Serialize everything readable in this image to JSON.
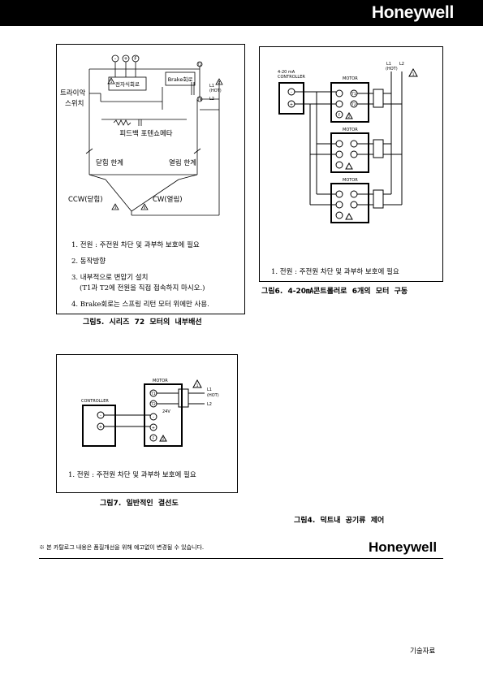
{
  "header": {
    "brand": "Honeywell"
  },
  "fig5": {
    "labels": {
      "triac_switch_line1": "트라이악",
      "triac_switch_line2": "스위치",
      "contactor": "전자식회로",
      "brake": "Brake회로",
      "feedback_pot": "피드백 포텐쇼메타",
      "close_limit": "닫힘 한계",
      "open_limit": "열림 한계",
      "ccw": "CCW(닫힘)",
      "cw": "CW(열림)",
      "term_minus": "-",
      "term_plus": "+",
      "term_f": "F",
      "term_t2": "T2",
      "term_t1": "T1",
      "l1": "L1",
      "hot": "(HOT)",
      "l2": "L2",
      "warn_1": "1",
      "warn_2": "2",
      "warn_3": "3",
      "warn_4": "4"
    },
    "notes": [
      "1. 전원 : 주전원 차단 및 과부하 보호에 필요",
      "2. 동작방향",
      "3. 내부적으로 변압기 설치",
      "(T1과 T2에 전원을 직접 접속하지 마시오.)",
      "4. Brake회로는 스프링 리턴 모터 위에만 사용."
    ],
    "caption": "그림5.  시리즈  72  모터의  내부배선"
  },
  "fig6": {
    "controller_label_line1": "4-20 mA",
    "controller_label_line2": "CONTROLLER",
    "motor_label": "MOTOR",
    "t1": "T1",
    "t2": "T2",
    "f": "F",
    "minus": "-",
    "plus": "+",
    "l1": "L1",
    "hot": "(HOT)",
    "l2": "L2",
    "warn_1": "1",
    "warn_2": "2",
    "note": "1. 전원 : 주전원 차단 및 과부하 보호에 필요",
    "caption": "그림6.  4-20㎃콘트롤러로  6개의  모터  구동"
  },
  "fig7": {
    "motor_label": "MOTOR",
    "controller_label": "CONTROLLER",
    "t1": "T1",
    "t2": "T2",
    "minus": "-",
    "plus": "+",
    "f": "F",
    "v24": "24V",
    "l1": "L1",
    "hot": "(HOT)",
    "l2": "L2",
    "warn_1": "1",
    "warn_2": "2",
    "note": "1. 전원 : 주전원 차단 및 과부하 보호에 필요",
    "caption": "그림7.  일반적인  결선도"
  },
  "fig4_caption": "그림4.  덕트내  공기류  제어",
  "footer": {
    "disclaimer": "※ 본 카탈로그 내용은 품질개선을 위해 예고없이 변경될 수 있습니다.",
    "brand": "Honeywell",
    "page_label": "기술자료"
  }
}
